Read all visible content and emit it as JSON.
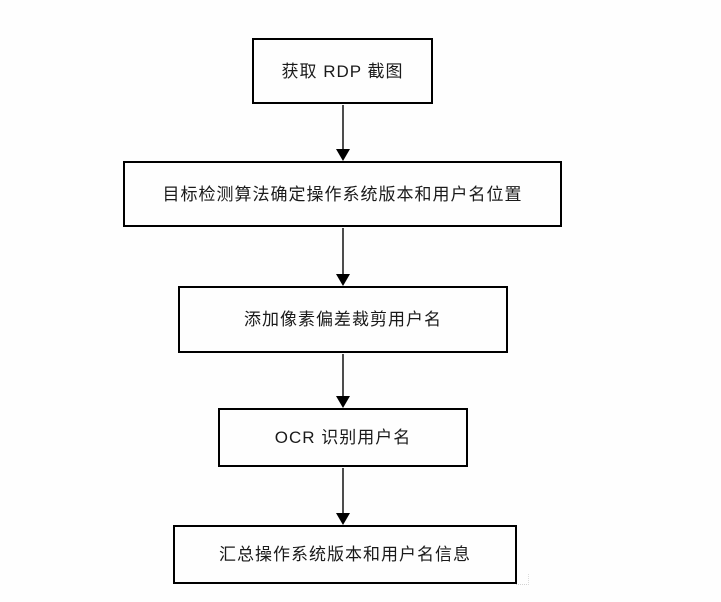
{
  "diagram": {
    "type": "flowchart",
    "direction": "top-down",
    "nodes": [
      {
        "id": "step-1",
        "label": "获取 RDP 截图"
      },
      {
        "id": "step-2",
        "label": "目标检测算法确定操作系统版本和用户名位置"
      },
      {
        "id": "step-3",
        "label": "添加像素偏差裁剪用户名"
      },
      {
        "id": "step-4",
        "label": "OCR 识别用户名"
      },
      {
        "id": "step-5",
        "label": "汇总操作系统版本和用户名信息"
      }
    ],
    "edges": [
      {
        "from": "step-1",
        "to": "step-2",
        "style": "arrow-down"
      },
      {
        "from": "step-2",
        "to": "step-3",
        "style": "arrow-down"
      },
      {
        "from": "step-3",
        "to": "step-4",
        "style": "arrow-down"
      },
      {
        "from": "step-4",
        "to": "step-5",
        "style": "arrow-down"
      }
    ],
    "colors": {
      "background": "#fefefe",
      "node_border": "#000000",
      "node_fill": "#fefefe",
      "text": "#1a1a1a",
      "arrow_line": "#4d4d4d",
      "arrow_head": "#000000"
    }
  }
}
